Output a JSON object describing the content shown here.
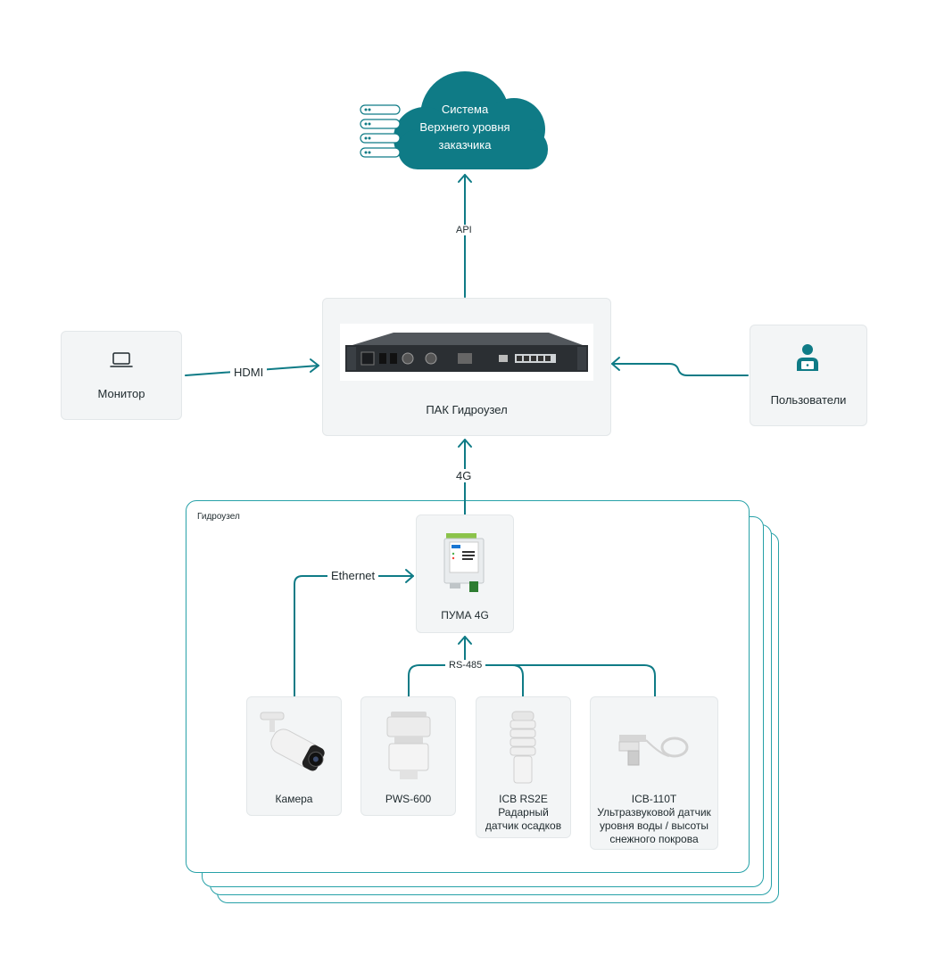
{
  "cloud": {
    "line1": "Система",
    "line2": "Верхнего уровня",
    "line3": "заказчика",
    "color": "#0f7b86"
  },
  "center": {
    "label": "ПАК Гидроузел"
  },
  "monitor": {
    "label": "Монитор"
  },
  "users": {
    "label": "Пользователи"
  },
  "connections": {
    "api": "API",
    "hdmi": "HDMI",
    "g4": "4G",
    "ethernet": "Ethernet",
    "rs485": "RS-485"
  },
  "site": {
    "title": "Гидроузел",
    "border_color": "#27a1a8"
  },
  "puma": {
    "label": "ПУМА 4G"
  },
  "devices": [
    {
      "id": "camera",
      "lines": [
        "Камера"
      ]
    },
    {
      "id": "pws",
      "lines": [
        "PWS-600"
      ]
    },
    {
      "id": "rs2e",
      "lines": [
        "ICB RS2E",
        "Радарный",
        "датчик осадков"
      ]
    },
    {
      "id": "icb110",
      "lines": [
        "ICB-110T",
        "Ультразвуковой датчик",
        "уровня воды / высоты",
        "снежного покрова"
      ]
    }
  ],
  "accent": "#0f7b86"
}
